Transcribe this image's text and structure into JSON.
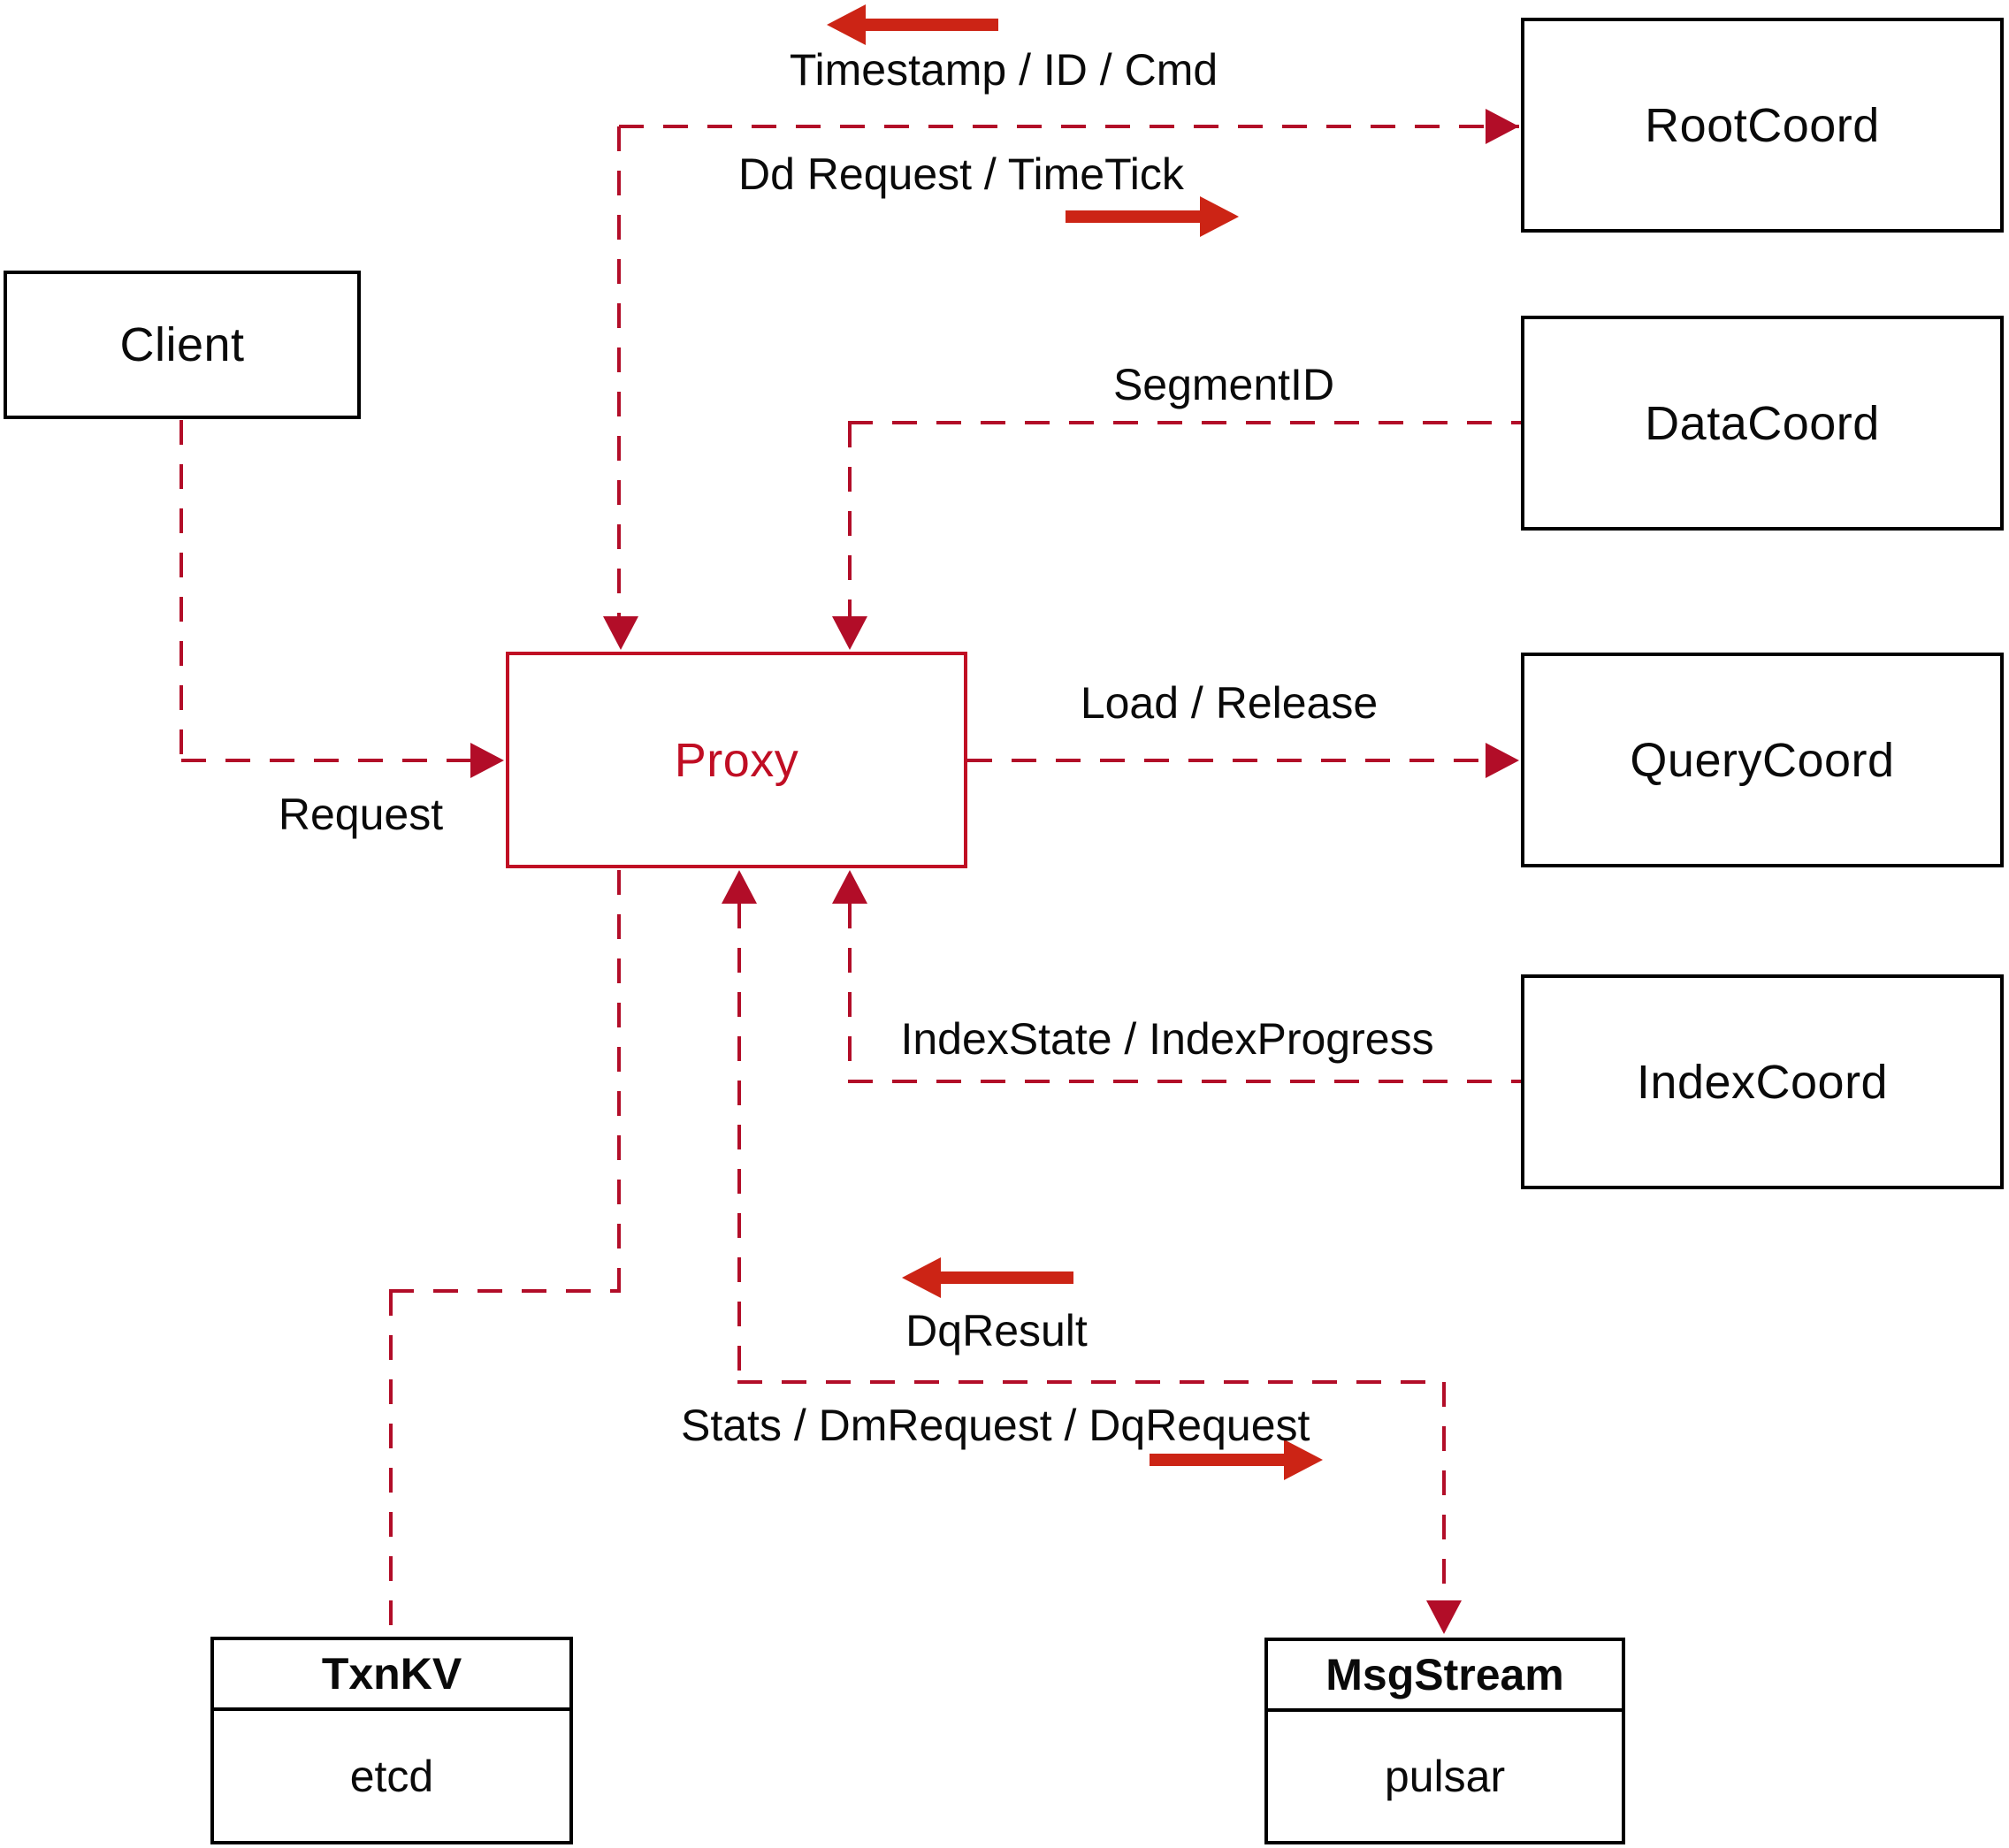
{
  "nodes": {
    "client": {
      "label": "Client"
    },
    "proxy": {
      "label": "Proxy"
    },
    "root_coord": {
      "label": "RootCoord"
    },
    "data_coord": {
      "label": "DataCoord"
    },
    "query_coord": {
      "label": "QueryCoord"
    },
    "index_coord": {
      "label": "IndexCoord"
    },
    "txn_kv": {
      "label": "TxnKV",
      "impl": "etcd"
    },
    "msg_stream": {
      "label": "MsgStream",
      "impl": "pulsar"
    }
  },
  "edges": {
    "proxy_rootcoord": {
      "back_label": "Timestamp / ID / Cmd",
      "forward_label": "Dd Request / TimeTick"
    },
    "datacoord_proxy": {
      "label": "SegmentID"
    },
    "client_proxy": {
      "label": "Request"
    },
    "proxy_querycoord": {
      "label": "Load / Release"
    },
    "indexcoord_proxy": {
      "label": "IndexState / IndexProgress"
    },
    "proxy_msgstream": {
      "back_label": "DqResult",
      "forward_label": "Stats / DmRequest / DqRequest"
    }
  },
  "colors": {
    "dashed_line": "#b20d28",
    "solid_arrow": "#cc2415",
    "proxy_accent": "#c00e24",
    "box_border": "#000000",
    "background": "#ffffff"
  }
}
